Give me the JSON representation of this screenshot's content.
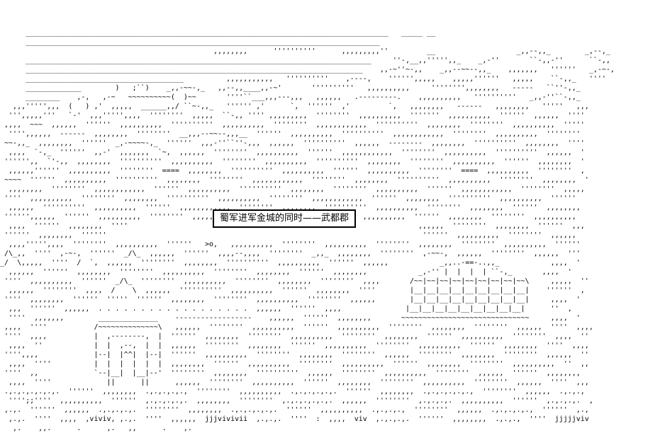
{
  "scene": {
    "background_color": "#ffffff",
    "ink_color": "#000000"
  },
  "caption": {
    "text": "蜀军进军金城的同时——武都郡"
  },
  "ascii_art": {
    "lines": [
      "",
      "",
      "      _____________________________________________________________________________________   _____ __",
      "      ___________________________________________________________________________________",
      "                                                  ,,,,,,,,      ''''''''''      ,,,,,,,,,''         __                   _,,--,,_        _,--,_",
      "      _________________________________________________________________________________     ''-,__,,''''',,_    _,-''       ``-,,-''      ``-,,",
      "      _______________________________________________________________________________    ,,-~''~-,,    _,,--~~--,,_    ,,,,,,,   ''''''   _,-~-,",
      "      _____________________________________          ,,,,,,,,,,,   ''''''''''    ,----,    '''''',,,,,    ,,,,,''''''   ,,,,,    ``-,,_   ''''",
      "      _____________        )   ;``)    _,,-~~-,_   ,,--,,____,,-~'       ''''''''''   ,,,,,,,,,,     '''''''',,,,,,,,   -----   ``''-,,_",
      "      ________    ,-,   ,-~   ~~~~~~~~~~(  )~~       ''''``___,,,---,,,   ,,,,,,   .---------.    ,,,,,,,,,,   ''''''''''   _,,-''``-,,_",
      "   ,,,''''',,,  (   ) ,'  ,,,,,  ______,,/ ``~-,,_   '''''' ,'      `,  ''''''  ,'         `,   ,,,,,,,,   ------   ,,,,,,,,   '''''   ,,,",
      "  ''',,,,,'''   `-'  ,,,''''',,,,  ''''''''  ,,,,,  ``-,, '''' ,,,,,,,,,  ''''''''  ,,,,,,,,,,  '''''''  ,,,,,,,,,,  ''''''  ,,,,,,  ''''",
      " ,,,,  ~~~  ,,,,,,  ''''''  ,,,,,,,,,,  ''''''''''  ,,,,,,,,,,  ''''''''  ,,,,,,,,,,,,  ''''''''''  ,,,,,,,,  ''''''''  ,,,,,,,,,,  '''''",
      "  '''',,,,,,  ------  ,,,,,,,,  ''''''''  __,,,--~~--,,,__  ''''''  ,,,,,,,,,,  ''''''''''  ,,,,,,,,,,,,  ''''''''  ,,,,,,,,,,  ''''''''",
      " ~~-,,_  ,,,,,,,,  ''''''  _,-~~~~-,_  ''''''  ,,,-''``''-,,,  ,,,,,,  ''''''''''  ,,,,,,  --------  ,,,,,,,,  ''''''''''  ,,,,,,,,  ''''",
      "  ,,,,  `-,_  ''''''  ,,-'  ,,,,,,,  `~,  ,,,,,,  ''''''''  ,,,,,,,,,,  ''''''  ,,,,,,,,,,,,  ''''''''  ,,,,,,,,,,  ''''''''''  ,,,,,,  '",
      " '''''',,  `'-,,  ,,,,,,,,  ''''''''''  ,,,,,,,,,,  ''''''''  ,,,,,,,,,,  ''''''''''  ,,,,,,,,  ''''''''  ,,,,,,,,,,  ''''''  ,,,,,,,,  '",
      "  ,,,,,,''''''  ,,,,,,,,,,  ''''''''  ====  ,,,,,,,,  ''''''''''  ,,,,,,,,,,  ''''''  ,,,,,,,,,,  ''''''''  ====  ,,,,,,,,,,  ''''''''  ,",
      " ~~~~  ''''''  ,,,,,,,,,,  ''''''''''  ,,,,,,,,  ''''''''  ,,,,,,,,,,,,  ''''''''  ,,,,,,,,  ''''''''''  ,,,,,,,,,,  ''''''''  ,,,,,,,,  '",
      "  ,,,,,,,,  ''''''''  ,,,,,,,,,,,,  ''''''  ,,,,,,,,,,  ''''''''''  ,,,,,,,,  ''''''''  ,,,,,,,,,,  ''''''  ,,,,,,,,,,,,  ''''''''  ,,,,,",
      " ''''  ,,,,,,,,,,  ''''''''  ,,,,,,,,  ''''''''''  ,,,,,,,,,,  ''''''''  ,,,,,,,,,,,,  ''''''  ,,,,,,,,  ''''''''''  ,,,,,,,,,,  ''''''  ",
      "  ,,,,,,  ''''''''''  ,,,,,,,,,,  ''''''  ,,,,,,,,,,,,  ''''''''  ,,,,,,,,  ''''''''''  ,,,,,,,,,,  ''''''''  ,,,,,,,,  ''''''  ,,,,,,,,  ",
      " '''''',,,,,,  ''''''  ,,,,,,,,,,  ''''''''  ,,,,,,,,  ''''''  ,,,,,,,,,,  ''''''''  ,,,,,,,,,,  ''''''  ,,,,,,,,  ''''''''  ,,,,,,,,,,  ",
      "  ,,,,  ''''''  ,,,,,,,,  ''''                                                                    ,,,,,,  ''''''''  ,,,,,,,,  ''''''  ,,,",
      " ''''''  ,,,,,,,,  ''''''                                                                          ''''''  ,,,,,,,,,,  ''''''''  ,,,,,,  ",
      "  ,,,,''''',,,,  ''''''''  ,,,,,,,,,,  ''''''   >o,   ,,,,,,,,,,  ''''''''  ,,,,,,,,,,  ''''''''  ,,,,,,,,  ''''''''  ,,,,,,,,,,  ''''''",
      " /\\_,,  ''''  ,-~-,  ''''''  _/\\_  ,,,,,,  ''''''  ,,,,--,,,,  ''''''''  _,,_  ,,,,,,,,  ''''''''  ,-~~-,  ,,,,,,  ''''''''  ,,,,,,  '''",
      "_/  \\,,,,,  ''''  /  `,  ,,,,,,  ''''''''  ,,,,,,,,  ''''''''''  ,,,,,,,,,,  ''''''  ,,,,,,            _,,..-==-..,,_            ,,,,  '",
      "  ,,,,,,  ''''''  ,,,,,,,,  ''''''''  ,,,,,,,,,,  ''''''''  ,,,,,,,,  ''''''  ,,,,,,,,            _,-'' |  |  |  | ``-,_       ,,,,  '",
      " ''''  ,,,,,,,,,,  ''''''  _/\\_  ''''''''  ,,,,,,,,,,  ''''''''  ,,,,,,,,  ''''''''  ,,,,       /~~|~~|~~|~~|~~|~~|~~|~~|~~\\     ,,,,,  ''",
      "  ,,,,,,  ''''''''  ,,,,  /    \\  ,,,,,,  ''''''''''  ,,,,,,,,,,  ''''''  ,,,,,,,,  ''''        |__|__|__|__|__|__|__|__|__|    ''''''  ,",
      " ''''  ,,,,,,,,  ''''''  '''''  ''''''  ,,,,,,,,  ''''''''  ,,,,,,,,,,  ''''''''  ,,,,,,        |__|__|__|__|__|__|__|__|__|     ,,,,  '",
      "  ,,,  ''''''  ,,,,,,  . . . . . . . . . . . . . . . . . .  ,,,,,,  ''''''  ,,,,               |__|__|__|__|__|__|__|__|__|      ''  ,",
      "  ''''  ,,,,,,,        ______________    ------------------    ,,,,,,  ''''''  ,,,,,,,,       ~~~~~~~~~~~~~~~~~~~~~~~~~~~~~~     ,,,,  '",
      " ,,,,  ''''           /~~~~~~~~~~~~~~\\   ,,,,,,  ''''''''  ,,,,,,,,,,  ''''''  ,,,,,,,,,,  ''''''''  ,,,,,,,,  ''''''''  ,,,,,,  ''''  ,,,,",
      " ''''  ,,,,           |  ,--------,  |  ''''''  ,,,,,,,,  ''''''''  ,,,,,,,,,,  ''''''''  ,,,,,,,,  ''''''  ,,,,,,,,,,  ''''''''  ,,,,  ''",
      "  ,,,,  ''            |  |  ,--,  |  |  ,,,,,,  ''''''''  ,,,,,,,,  ''''''  ,,,,,,,,,,  ''''''''  ,,,,,,,,,,  ''''''  ,,,,,,,,  ''''  ,,,,",
      " '''',,,,             |--|  |^^|  |--|  ''''''  ,,,,,,,,,,  ''''''''  ,,,,,,,,  ''''''''  ,,,,,,  ''''''''  ,,,,,,,,  ''''''''  ,,,,,,  ''",
      "  ,,,,  ''''          |  |  |  |  |  |  ,,,,,,,,  ''''''  ,,,,,,,,,,  ''''''''  ,,,,,,,,,,  ''''''  ,,,,,,,,  ''''''''  ,,,,,,,,,,  ''  ,,",
      " ''''  ,,             `--|__|  |__|--'  ''''''''  ,,,,,,,,  ''''''''''  ,,,,,,  ''''''''  ,,,,,,,,,,  ''''''''  ,,,,,,  ''''''  ,,,,,,,,  ",
      "  ,,,,  ''''             ||      ||      ,,,,,,  ''''''''  ,,,,,,,,,,  ''''''  ,,,,,,,,  ''''''''  ,,,,,,,,,,  ''''''''  ,,,,,,  ''''  ,,,",
      " .,.,.,.,.,.,.  ''''''  ,,,,,,,,  .,.,.,.,.,  ''''''''  ,,,,,,,,,,  .,.,.,.,.,.  ''''''  ,,,,,,,,  .,.,.,.,.,.,  ''''''''  ,,,,,,  .,.,.,",
      "  '''';;''''  ,,,,,,,,,,  ''''''  ,.,.,.,.,.  ,,,,,,,,  ''''''''  ,.,.,.,.,.,.  ,,,,,,  ''''''''  ,.,.,.,.  ,,,,,,,,,,  ''''''  ,.,.,.,.  ,",
      " ,.,.  ''''''  ,,,,,,  .,.,.,.,.  ''''''''  ,,,,,,,,  .,.,.,.,.,.  ''''''  ,,,,,,,,,,  .,.,.,.,  ''''''''  ,,,,,,  .,.,.,.,.,  ''''''  ,.,",
      "  ,.,.  ''''  ,,,,  ,viviv, ,.,.  ''''  ,,,,,,  jjjvivivii  ,.,.,.  ''''  :  ,,,,  viv  ,.,.,.,.  ''''''  ,,,,,,,,  .,.,.,  ''''  jjjjjviv",
      "   ,.    ,,.      .      ,.   ,,      .    ,."
    ]
  }
}
